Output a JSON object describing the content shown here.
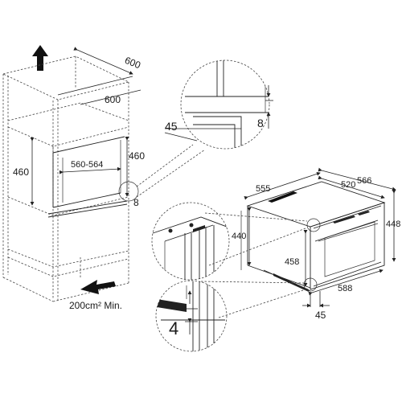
{
  "labels": {
    "cab_depth_top": "600",
    "cab_width": "600",
    "cutout_height_left": "460",
    "cutout_height_right": "460",
    "cutout_width": "560-564",
    "gap_small": "8",
    "vent_area": "200cm² Min.",
    "detail_depth": "45",
    "detail_gap": "8",
    "oven_depth": "555",
    "oven_width_inner": "520",
    "oven_width_outer": "566",
    "oven_height": "448",
    "oven_height_left": "440",
    "oven_inner_height": "458",
    "oven_front_width": "588",
    "oven_front_depth": "45",
    "gap_bottom": "4"
  }
}
